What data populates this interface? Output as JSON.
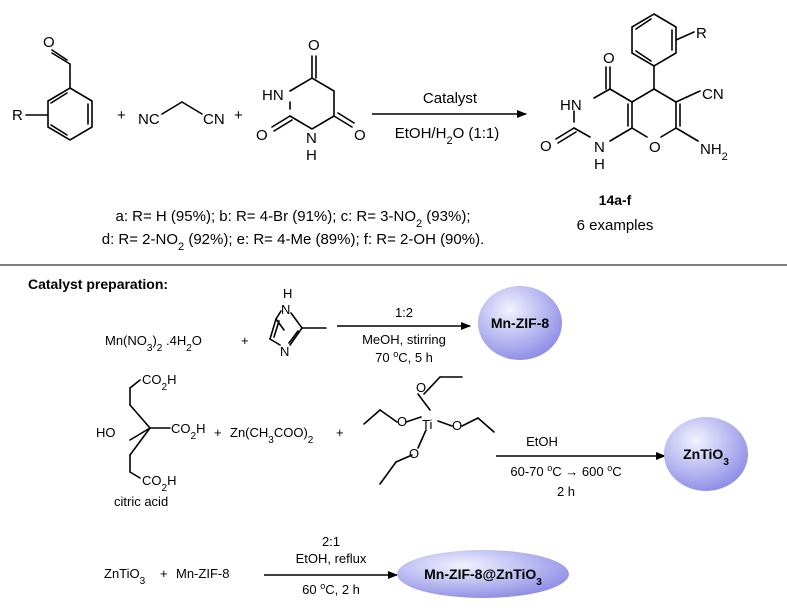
{
  "reaction": {
    "reagent_r": "R",
    "plus_1": "+",
    "malononitrile_nc": "NC",
    "malononitrile_cn": "CN",
    "plus_2": "+",
    "barb_o_top": "O",
    "barb_hn": "HN",
    "barb_o_left": "O",
    "barb_nh": "N",
    "barb_h": "H",
    "barb_o_right": "O",
    "benz_o": "O",
    "arrow_top": "Catalyst",
    "arrow_bottom": "EtOH/H2O (1:1)",
    "prod_r": "R",
    "prod_o_top": "O",
    "prod_hn": "HN",
    "prod_cn": "CN",
    "prod_o_left": "O",
    "prod_n": "N",
    "prod_h": "H",
    "prod_o_ring": "O",
    "prod_nh2": "NH2",
    "product_label": "14a-f",
    "examples": "6 examples",
    "yields_line1": "a: R= H (95%); b: R= 4-Br (91%); c: R= 3-NO2 (93%);",
    "yields_line2": "d: R= 2-NO2 (92%); e: R= 4-Me (89%); f: R= 2-OH (90%)."
  },
  "prep": {
    "heading": "Catalyst preparation:",
    "step1": {
      "reagent": "Mn(NO3)2 .4H2O",
      "plus": "+",
      "im_h": "H",
      "im_n_top": "N",
      "im_n_bottom": "N",
      "ratio": "1:2",
      "cond1": "MeOH, stirring",
      "cond2": "70 ºC, 5 h",
      "product": "Mn-ZIF-8"
    },
    "step2": {
      "co2h_top": "CO2H",
      "ho": "HO",
      "co2h_mid": "CO2H",
      "co2h_bottom": "CO2H",
      "citric_label": "citric acid",
      "plus_1": "+",
      "zinc": "Zn(CH3COO)2",
      "plus_2": "+",
      "ti": "Ti",
      "o1": "O",
      "o2": "O",
      "o3": "O",
      "o4": "O",
      "cond_top": "EtOH",
      "cond_mid": "60-70 ºC → 600 ºC",
      "cond_bottom": "2 h",
      "product": "ZnTiO3"
    },
    "step3": {
      "reagent1": "ZnTiO3",
      "plus": "+",
      "reagent2": "Mn-ZIF-8",
      "ratio": "2:1",
      "cond1": "EtOH, reflux",
      "cond2": "60 ºC, 2 h",
      "product": "Mn-ZIF-8@ZnTiO3"
    }
  },
  "colors": {
    "sphere_light": "#f2f2ff",
    "sphere_dark": "#8f8fe6"
  }
}
